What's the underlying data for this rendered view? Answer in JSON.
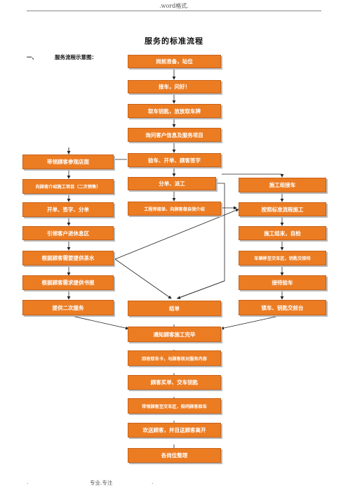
{
  "header": {
    "text": ".word格式."
  },
  "title": "服务的标准流程",
  "section": {
    "number": "一、",
    "label": "服务流程示意图："
  },
  "center": [
    "岗前准备，站位",
    "接车，问好！",
    "取车钥匙，放放取车牌",
    "询问客户信息及服务项目",
    "验车、开单、顾客签字",
    "分单、派工",
    "工程师接单、向顾客做自我介绍",
    "结单",
    "通知顾客施工完毕",
    "回收取车卡，与顾客核对服务内容",
    "顾客买单、交车钥匙",
    "带领顾客至交车区，陪同顾客验车",
    "欢送顾客，并目送顾客离开",
    "各岗位整理"
  ],
  "left": [
    "带领顾客参观店面",
    "向顾客介绍施工项目（二次销售）",
    "开单、签字、分单",
    "引领客户进休息区",
    "根据顾客需要提供茶水",
    "根据顾客需求提供书报",
    "提供二次服务"
  ],
  "right": [
    "施工组接车",
    "按照标准流程施工",
    "施工结束，自检",
    "车辆移至交车区，钥匙交接待",
    "接待验车",
    "锁车、钥匙交前台"
  ],
  "footer": {
    "left": ".",
    "center": "专业.专注",
    "right": "."
  },
  "colors": {
    "box": "#ec7c22",
    "box_border": "#c8631a",
    "shadow": "#b9b9b9",
    "arrow": "#222222"
  }
}
